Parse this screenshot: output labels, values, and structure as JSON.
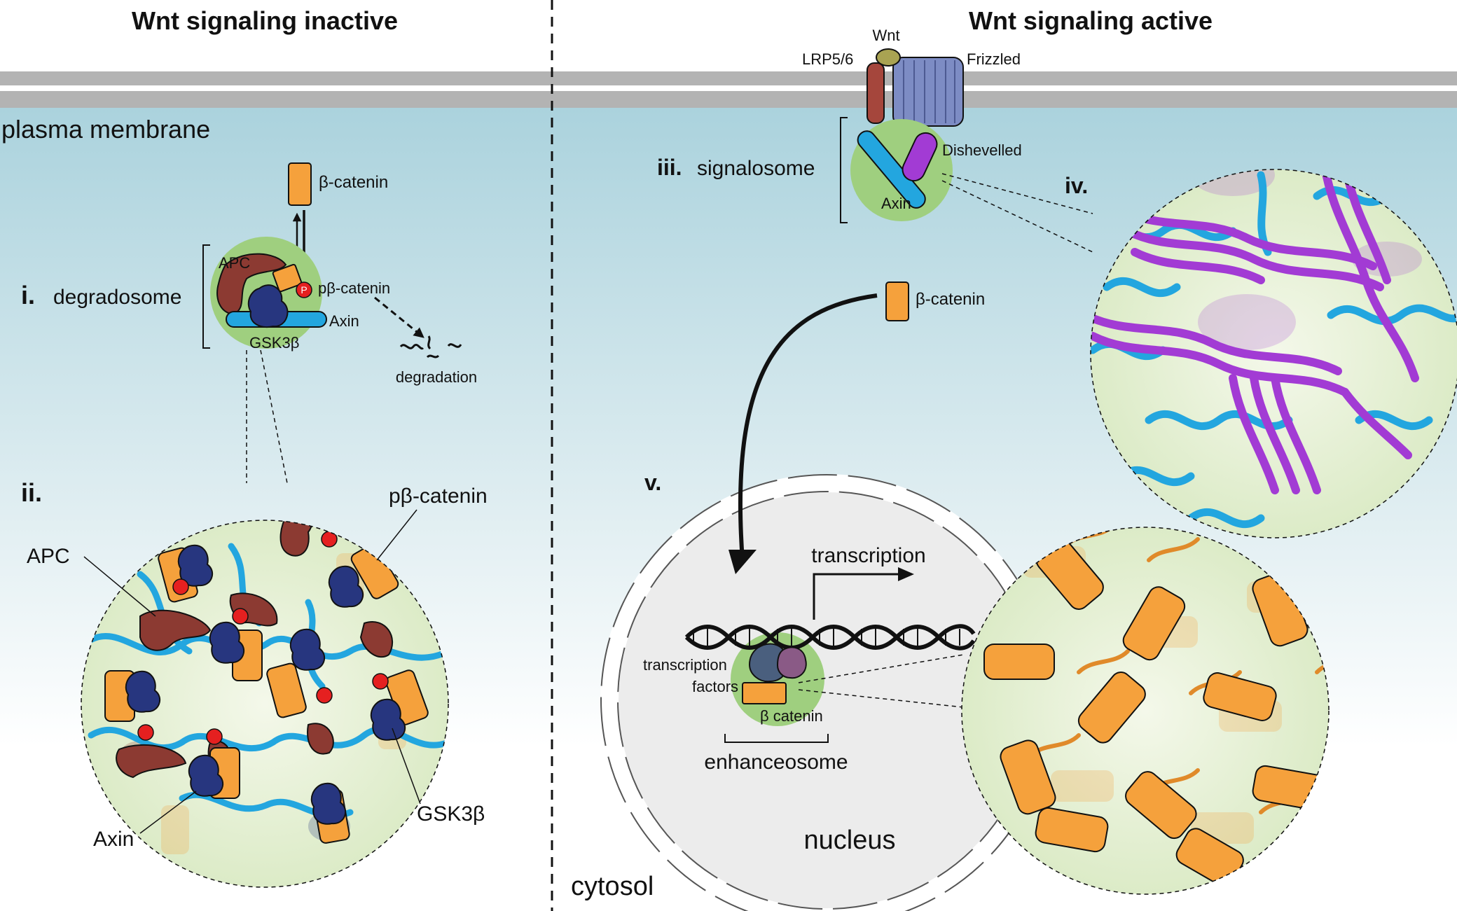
{
  "headers": {
    "left": "Wnt signaling inactive",
    "right": "Wnt signaling active"
  },
  "regions": {
    "membrane": "plasma membrane",
    "cytosol": "cytosol",
    "nucleus": "nucleus"
  },
  "inactive": {
    "beta_catenin": "β-catenin",
    "numeral_i": "i.",
    "degradosome": "degradosome",
    "apc": "APC",
    "p_beta_catenin": "pβ-catenin",
    "axin": "Axin",
    "gsk3b": "GSK3β",
    "degradation": "degradation",
    "phospho": "P",
    "numeral_ii": "ii.",
    "zoom_apc": "APC",
    "zoom_p_beta_catenin": "pβ-catenin",
    "zoom_axin": "Axin",
    "zoom_gsk3b": "GSK3β"
  },
  "active": {
    "wnt": "Wnt",
    "lrp": "LRP5/6",
    "frizzled": "Frizzled",
    "numeral_iii": "iii.",
    "signalosome": "signalosome",
    "dishevelled": "Dishevelled",
    "axin": "Axin",
    "numeral_iv": "iv.",
    "beta_catenin": "β-catenin",
    "numeral_v": "v.",
    "transcription": "transcription",
    "transcription_factors_1": "transcription",
    "transcription_factors_2": "factors",
    "beta_catenin_2": "β catenin",
    "enhanceosome": "enhanceosome"
  },
  "colors": {
    "membrane": "#b3b3b3",
    "cytosol_top": "#a8d1dc",
    "condensate": "#9fcf7f",
    "beta_catenin": "#f5a13c",
    "apc": "#8c3a32",
    "gsk3b": "#27367f",
    "axin": "#23a6df",
    "dishevelled": "#a23bd4",
    "phospho": "#e52020",
    "frizzled": "#7d8cc4",
    "lrp": "#a5463c",
    "nucleus": "#ececec"
  }
}
